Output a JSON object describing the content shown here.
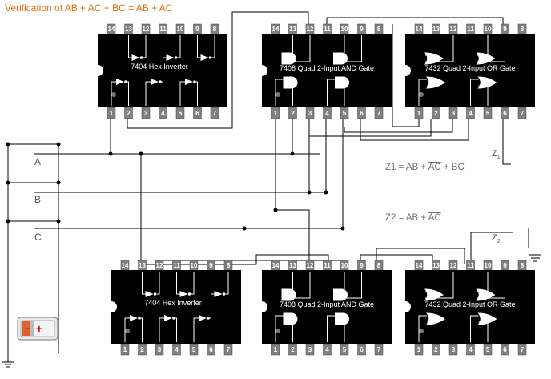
{
  "title": {
    "prefix": "Verification of AB + ",
    "bar1": "AC",
    "middle": " + BC = AB + ",
    "bar2": "AC"
  },
  "equation_z1": {
    "prefix": "Z1 = AB + ",
    "bar": "AC",
    "suffix": " + BC"
  },
  "equation_z2": {
    "prefix": "Z2 = AB + ",
    "bar": "AC"
  },
  "inputs": [
    "A",
    "B",
    "C"
  ],
  "outputs": {
    "z1": "Z",
    "z1_sub": "1",
    "z2": "Z",
    "z2_sub": "2"
  },
  "chips": {
    "inverter_top": "7404 Hex Inverter",
    "and_top": "7408 Quad 2-Input AND Gate",
    "or_top": "7432 Quad 2-Input OR Gate",
    "inverter_bottom": "7404 Hex Inverter",
    "and_bottom": "7408 Quad 2-Input AND Gate",
    "or_bottom": "7432 Quad 2-Input OR Gate"
  },
  "pins_top_row": [
    "14",
    "13",
    "12",
    "11",
    "10",
    "9",
    "8"
  ],
  "pins_bottom_row": [
    "1",
    "2",
    "3",
    "4",
    "5",
    "6",
    "7"
  ],
  "battery": {
    "minus": "−",
    "plus": "+"
  },
  "colors": {
    "chip_body": "#000000",
    "pin_fill": "#808080",
    "title": "#e46c0a",
    "wire": "#000000",
    "battery_accent": "#e06030"
  }
}
